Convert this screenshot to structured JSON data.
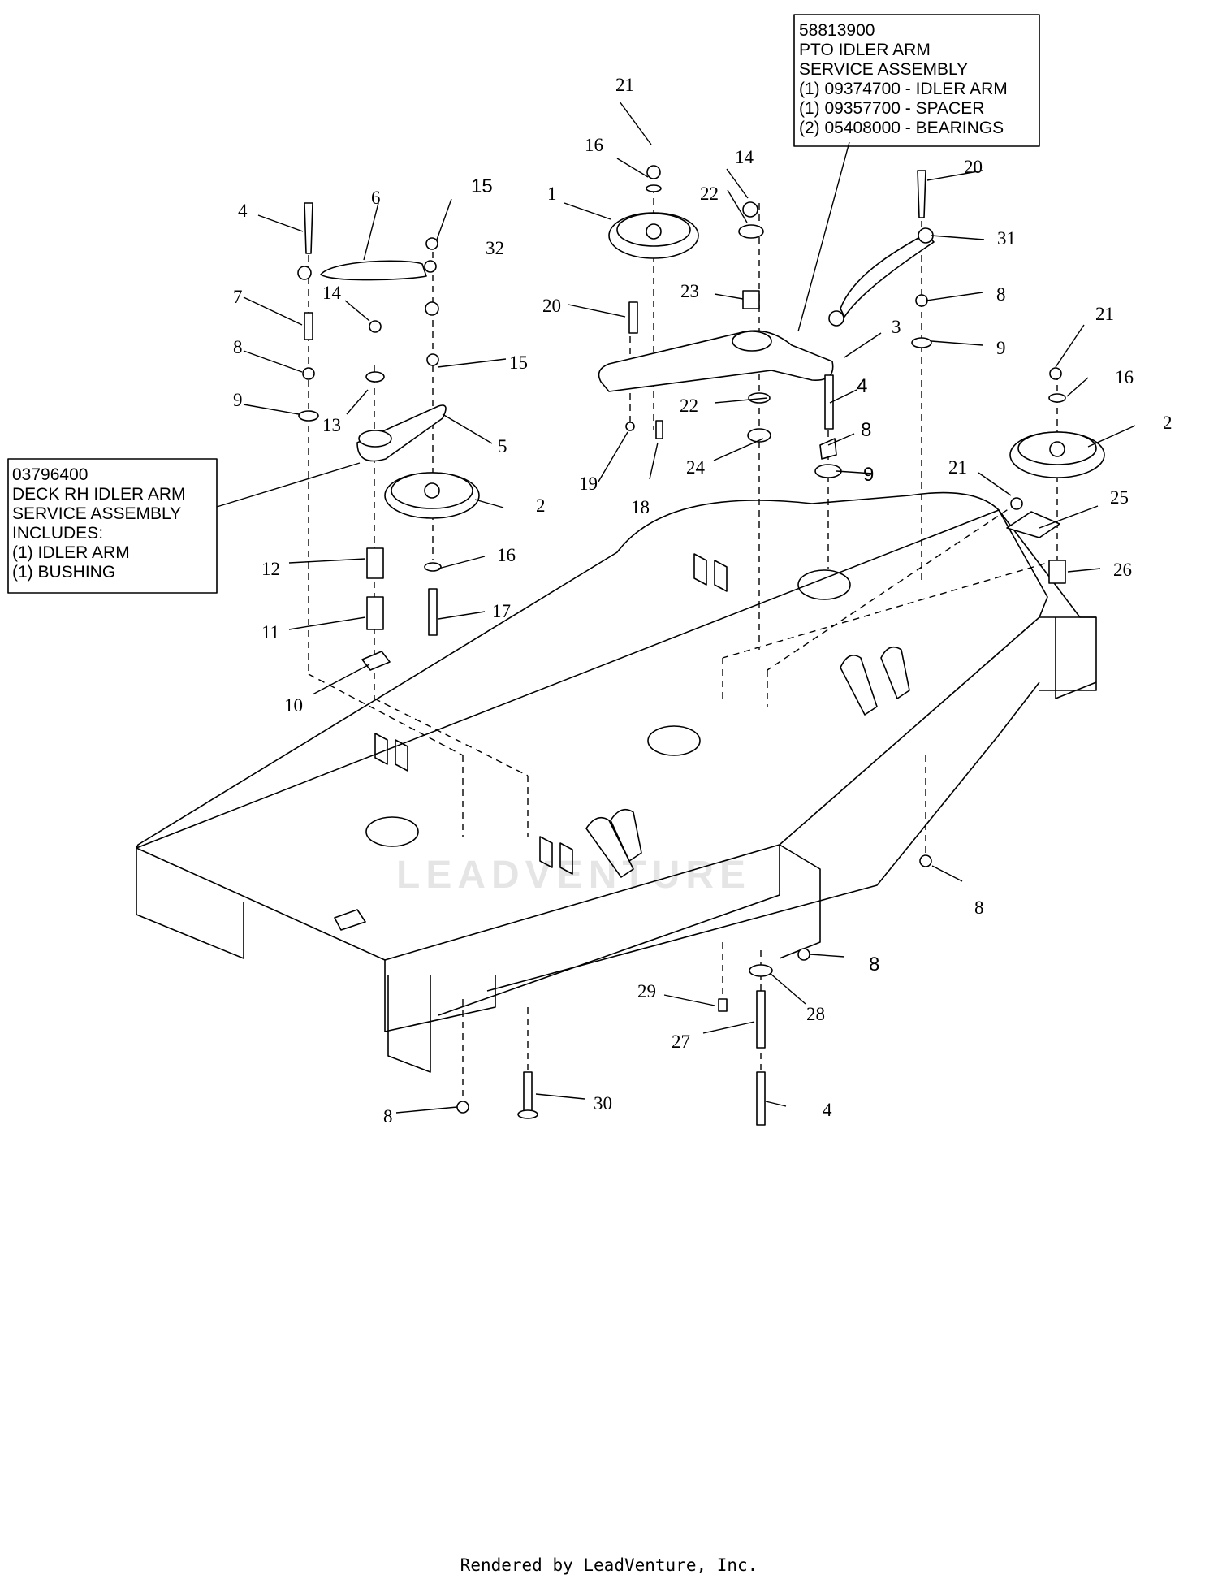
{
  "callouts": [
    {
      "id": "c1",
      "label": "1"
    },
    {
      "id": "c2a",
      "label": "2"
    },
    {
      "id": "c2b",
      "label": "2"
    },
    {
      "id": "c3",
      "label": "3"
    },
    {
      "id": "c4a",
      "label": "4"
    },
    {
      "id": "c4b",
      "label": "4"
    },
    {
      "id": "c4c",
      "label": "4"
    },
    {
      "id": "c5",
      "label": "5"
    },
    {
      "id": "c6",
      "label": "6"
    },
    {
      "id": "c7",
      "label": "7"
    },
    {
      "id": "c8a",
      "label": "8"
    },
    {
      "id": "c8b",
      "label": "8"
    },
    {
      "id": "c8c",
      "label": "8"
    },
    {
      "id": "c8d",
      "label": "8"
    },
    {
      "id": "c8e",
      "label": "8"
    },
    {
      "id": "c8f",
      "label": "8"
    },
    {
      "id": "c9a",
      "label": "9"
    },
    {
      "id": "c9b",
      "label": "9"
    },
    {
      "id": "c9c",
      "label": "9"
    },
    {
      "id": "c10",
      "label": "10"
    },
    {
      "id": "c11",
      "label": "11"
    },
    {
      "id": "c12",
      "label": "12"
    },
    {
      "id": "c13",
      "label": "13"
    },
    {
      "id": "c14a",
      "label": "14"
    },
    {
      "id": "c14b",
      "label": "14"
    },
    {
      "id": "c15a",
      "label": "15"
    },
    {
      "id": "c15b",
      "label": "15"
    },
    {
      "id": "c16a",
      "label": "16"
    },
    {
      "id": "c16b",
      "label": "16"
    },
    {
      "id": "c16c",
      "label": "16"
    },
    {
      "id": "c17",
      "label": "17"
    },
    {
      "id": "c18",
      "label": "18"
    },
    {
      "id": "c19",
      "label": "19"
    },
    {
      "id": "c20a",
      "label": "20"
    },
    {
      "id": "c20b",
      "label": "20"
    },
    {
      "id": "c21a",
      "label": "21"
    },
    {
      "id": "c21b",
      "label": "21"
    },
    {
      "id": "c21c",
      "label": "21"
    },
    {
      "id": "c22a",
      "label": "22"
    },
    {
      "id": "c22b",
      "label": "22"
    },
    {
      "id": "c23",
      "label": "23"
    },
    {
      "id": "c24",
      "label": "24"
    },
    {
      "id": "c25",
      "label": "25"
    },
    {
      "id": "c26",
      "label": "26"
    },
    {
      "id": "c27",
      "label": "27"
    },
    {
      "id": "c28",
      "label": "28"
    },
    {
      "id": "c29",
      "label": "29"
    },
    {
      "id": "c30",
      "label": "30"
    },
    {
      "id": "c31",
      "label": "31"
    },
    {
      "id": "c32",
      "label": "32"
    }
  ],
  "pto_box": {
    "lines": [
      "58813900",
      "PTO IDLER ARM",
      "SERVICE ASSEMBLY",
      "(1) 09374700 - IDLER ARM",
      "(1) 09357700 - SPACER",
      "(2) 05408000 - BEARINGS"
    ]
  },
  "rh_box": {
    "lines": [
      "03796400",
      "DECK RH IDLER ARM",
      "SERVICE ASSEMBLY",
      "INCLUDES:",
      "(1) IDLER ARM",
      "(1) BUSHING"
    ]
  },
  "watermark": "LEADVENTURE",
  "footer": "Rendered by LeadVenture, Inc."
}
